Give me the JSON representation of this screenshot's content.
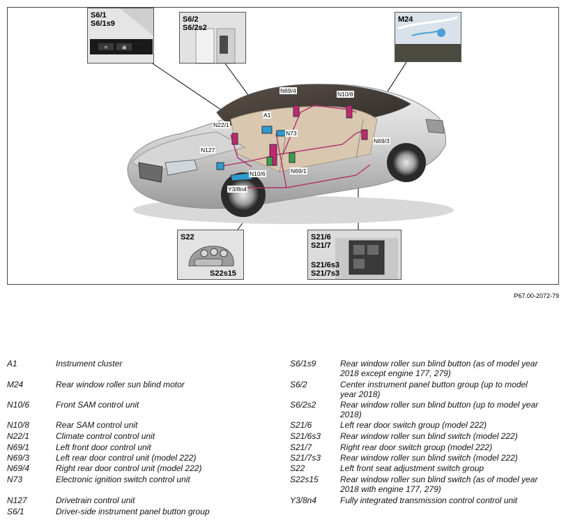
{
  "figure_ref": "P67.00-2072-79",
  "insets": {
    "s6_1": "S6/1\nS6/1s9",
    "s6_2": "S6/2\nS6/2s2",
    "m24": "M24",
    "s22_top": "S22",
    "s22_bottom": "S22s15",
    "s21_top": "S21/6\nS21/7",
    "s21_bottom": "S21/6s3\nS21/7s3"
  },
  "callouts": {
    "n69_4": "N69/4",
    "n10_8": "N10/8",
    "a1": "A1",
    "n22_1": "N22/1",
    "n73": "N73",
    "n69_3": "N69/3",
    "n127": "N127",
    "n10_6": "N10/6",
    "n69_1": "N69/1",
    "y3_8n4": "Y3/8n4"
  },
  "legend_left": [
    {
      "code": "A1",
      "desc": "Instrument cluster"
    },
    {
      "code": "M24",
      "desc": "Rear window roller sun blind motor"
    },
    {
      "code": "N10/6",
      "desc": "Front SAM control unit"
    },
    {
      "code": "N10/8",
      "desc": "Rear SAM control unit"
    },
    {
      "code": "N22/1",
      "desc": "Climate control control unit"
    },
    {
      "code": "N69/1",
      "desc": "Left front door control unit"
    },
    {
      "code": "N69/3",
      "desc": "Left rear door control unit (model 222)"
    },
    {
      "code": "N69/4",
      "desc": "Right rear door control unit (model 222)"
    },
    {
      "code": "N73",
      "desc": "Electronic ignition switch control unit"
    },
    {
      "code": "N127",
      "desc": "Drivetrain control unit"
    },
    {
      "code": "S6/1",
      "desc": "Driver-side instrument panel button group"
    }
  ],
  "legend_right": [
    {
      "code": "S6/1s9",
      "desc": "Rear window roller sun blind button (as of model year",
      "desc2": "2018 except engine 177, 279)"
    },
    {
      "code": "S6/2",
      "desc": "Center instrument panel button group (up to model",
      "desc2": "year 2018)"
    },
    {
      "code": "S6/2s2",
      "desc": "Rear window roller sun blind button (up to model year",
      "desc2": "2018)"
    },
    {
      "code": "S21/6",
      "desc": "Left rear door switch group (model 222)",
      "desc2": ""
    },
    {
      "code": "S21/6s3",
      "desc": "Rear window roller sun blind switch (model 222)",
      "desc2": ""
    },
    {
      "code": "S21/7",
      "desc": "Right rear door switch group (model 222)",
      "desc2": ""
    },
    {
      "code": "S21/7s3",
      "desc": "Rear window roller sun blind switch (model 222)",
      "desc2": ""
    },
    {
      "code": "S22",
      "desc": "Left front seat adjustment switch group",
      "desc2": ""
    },
    {
      "code": "S22s15",
      "desc": "Rear window roller sun blind switch (as of model year",
      "desc2": "2018 with engine 177, 279)"
    },
    {
      "code": "Y3/8n4",
      "desc": "Fully integrated transmission control control unit",
      "desc2": ""
    }
  ]
}
